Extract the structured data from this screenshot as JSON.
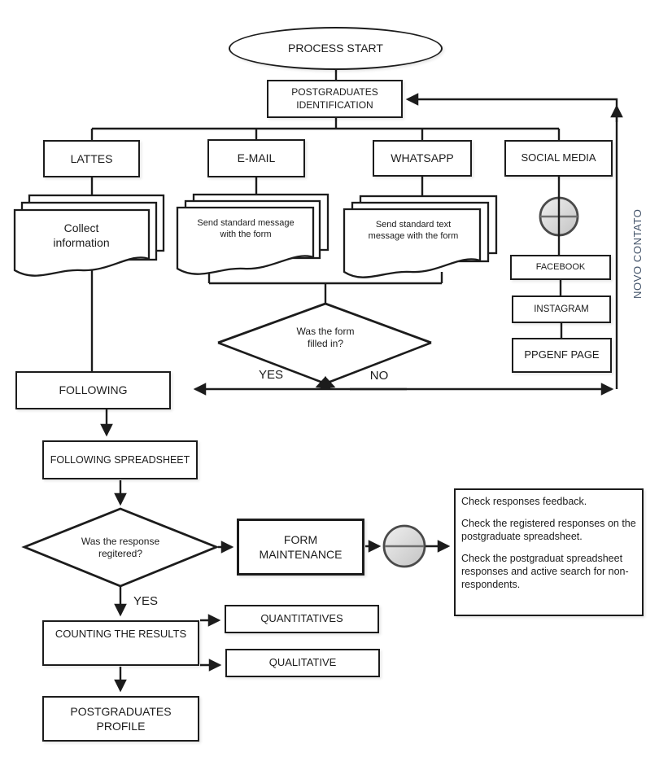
{
  "nodes": {
    "process_start": "PROCESS START",
    "identification": "POSTGRADUATES\nIDENTIFICATION",
    "lattes": "LATTES",
    "email": "E-MAIL",
    "whatsapp": "WHATSAPP",
    "social_media": "SOCIAL MEDIA",
    "collect_doc": "Collect\ninformation",
    "email_doc": "Send standard message\nwith the form",
    "whatsapp_doc": "Send standard text\nmessage with the form",
    "facebook": "FACEBOOK",
    "instagram": "INSTAGRAM",
    "ppgenf_page": "PPGENF PAGE",
    "novo_contato": "NOVO CONTATO",
    "decision_form": "Was the form\nfilled in?",
    "yes1": "YES",
    "no1": "NO",
    "following": "FOLLOWING",
    "following_spreadsheet": "FOLLOWING SPREADSHEET",
    "decision_response": "Was the response\nregitered?",
    "yes2": "YES",
    "form_maintenance": "FORM\nMAINTENANCE",
    "counting": "COUNTING THE RESULTS",
    "quantitatives": "QUANTITATIVES",
    "qualitative": "QUALITATIVE",
    "postgraduates_profile": "POSTGRADUATES\nPROFILE"
  },
  "notes": {
    "line1": "Check responses feedback.",
    "line2": "Check the registered responses on the postgraduate spreadsheet.",
    "line3": "Check the postgraduat spreadsheet responses and active search for non-respondents."
  },
  "icons": {
    "connector1": "crossed-circle-connector",
    "connector2": "crossed-circle-connector"
  },
  "colors": {
    "line": "#1c1c1c",
    "novo_contato_text": "#44546a",
    "connector_fill_light": "#efefef",
    "connector_fill_dark": "#c3c3c3",
    "connector_border": "#4a4a4a"
  }
}
